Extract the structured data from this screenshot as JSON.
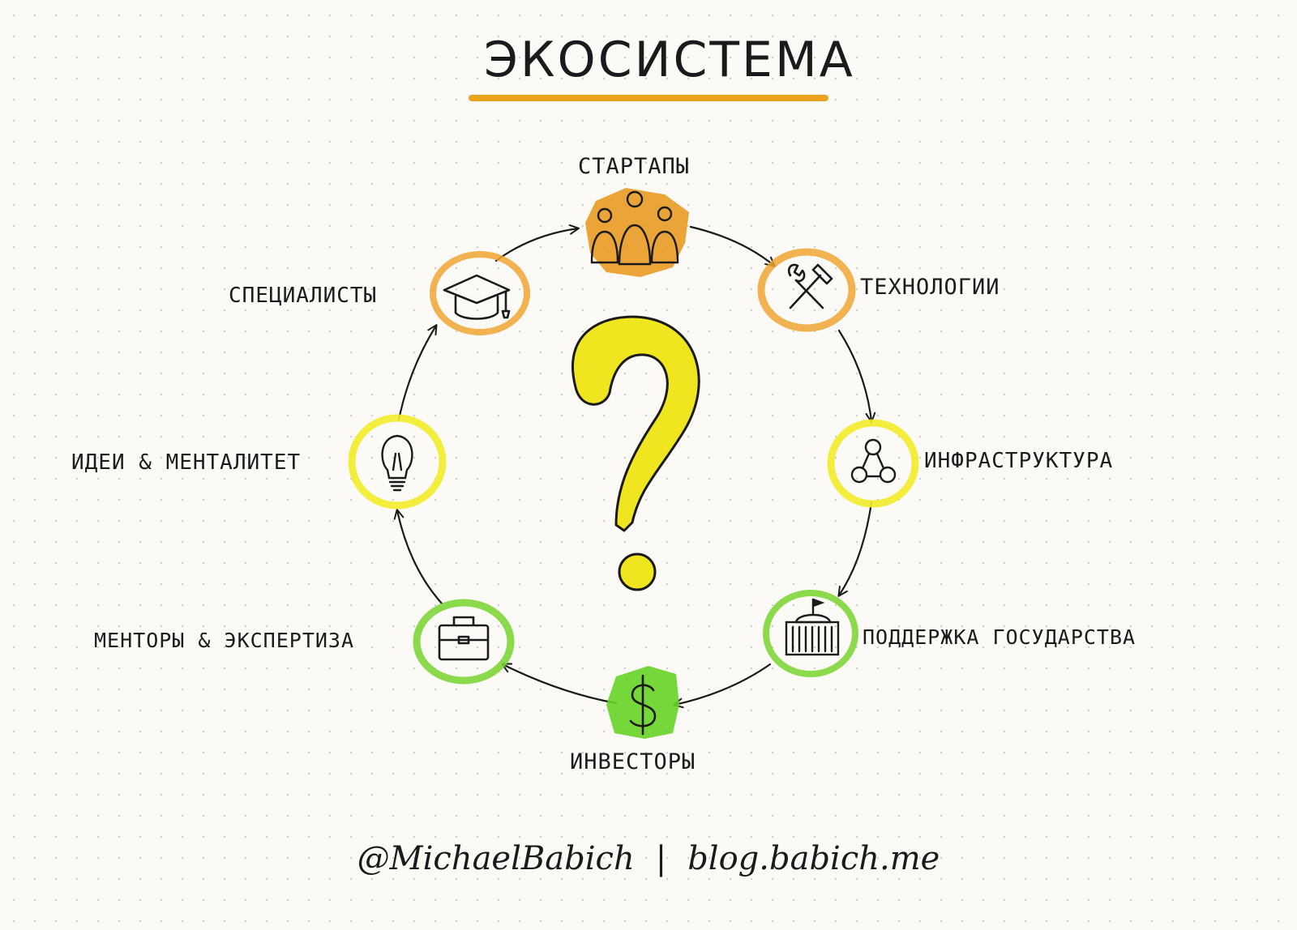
{
  "title": "ЭКОСИСТЕМА",
  "center_symbol": "?",
  "nodes": [
    {
      "id": "startups",
      "label": "СТАРТАПЫ",
      "icon": "people-group-icon",
      "color": "#e89a22"
    },
    {
      "id": "tech",
      "label": "ТЕХНОЛОГИИ",
      "icon": "hammer-wrench-icon",
      "color": "#efa431"
    },
    {
      "id": "infra",
      "label": "ИНФРАСТРУКТУРА",
      "icon": "network-triangle-icon",
      "color": "#f2ec2a"
    },
    {
      "id": "gov",
      "label": "ПОДДЕРЖКА ГОСУДАРСТВА",
      "icon": "government-building-icon",
      "color": "#7ed63a"
    },
    {
      "id": "investors",
      "label": "ИНВЕСТОРЫ",
      "icon": "dollar-icon",
      "color": "#66d326"
    },
    {
      "id": "mentors",
      "label": "МЕНТОРЫ & ЭКСПЕРТИЗА",
      "icon": "briefcase-icon",
      "color": "#7ed63a"
    },
    {
      "id": "ideas",
      "label": "ИДЕИ & МЕНТАЛИТЕТ",
      "icon": "lightbulb-icon",
      "color": "#f2ec2a"
    },
    {
      "id": "specialists",
      "label": "СПЕЦИАЛИСТЫ",
      "icon": "graduation-cap-icon",
      "color": "#efa431"
    }
  ],
  "footer": {
    "handle": "@MichaelBabich",
    "separator": "|",
    "site": "blog.babich.me"
  },
  "colors": {
    "accent": "#e8a21e",
    "question": "#f0e620",
    "ink": "#1a1a1a"
  }
}
